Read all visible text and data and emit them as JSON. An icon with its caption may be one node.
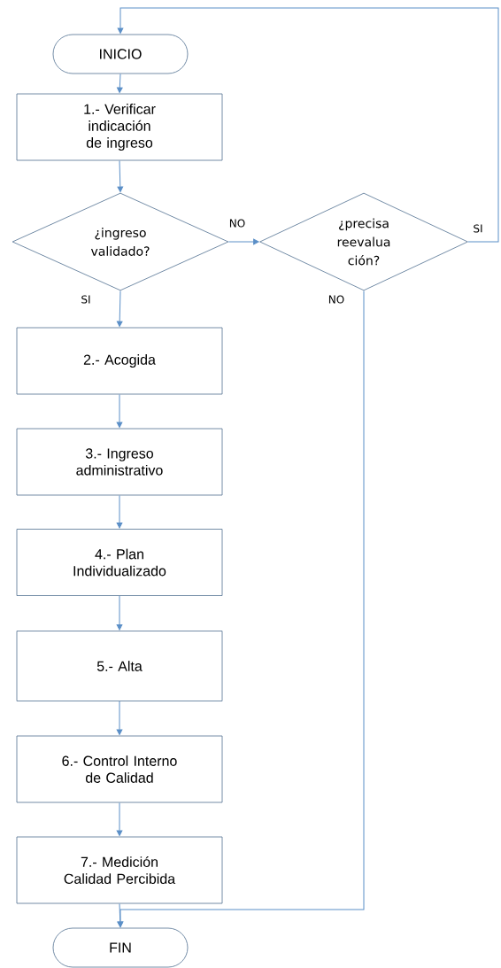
{
  "diagram": {
    "nodes": [
      {
        "text": [
          "INICIO"
        ]
      },
      {
        "text": [
          "1.- Verificar indicación de ingreso"
        ]
      },
      {
        "text": [
          "¿ingreso validado?"
        ]
      },
      {
        "text": [
          "¿precisa reevalua ción?"
        ]
      },
      {
        "text": [
          "2.- Acogida"
        ]
      },
      {
        "text": [
          "3.- Ingreso administrativo"
        ]
      },
      {
        "text": [
          "4.- Plan Individualizado"
        ]
      },
      {
        "text": [
          "5.- Alta"
        ]
      },
      {
        "text": [
          "6.- Control Interno de Calidad"
        ]
      },
      {
        "text": [
          "7.- Medición Calidad Percibida"
        ]
      },
      {
        "text": [
          "FIN"
        ]
      }
    ],
    "edges": [
      {
        "from": 0,
        "to": 1,
        "arrow": "to"
      },
      {
        "from": 1,
        "to": 2,
        "arrow": "to"
      },
      {
        "from": 2,
        "to": 3,
        "arrow": "to",
        "label": "NO"
      },
      {
        "from": 2,
        "to": 4,
        "arrow": "to",
        "label": "SI"
      },
      {
        "from": 3,
        "to": 0,
        "arrow": "to",
        "label": "SI"
      },
      {
        "from": 3,
        "to": 10,
        "arrow": "to",
        "label": "NO"
      },
      {
        "from": 4,
        "to": 5,
        "arrow": "to"
      },
      {
        "from": 5,
        "to": 6,
        "arrow": "to"
      },
      {
        "from": 6,
        "to": 7,
        "arrow": "to"
      },
      {
        "from": 7,
        "to": 8,
        "arrow": "to"
      },
      {
        "from": 8,
        "to": 9,
        "arrow": "to"
      },
      {
        "from": 9,
        "to": 10,
        "arrow": "to"
      }
    ]
  }
}
